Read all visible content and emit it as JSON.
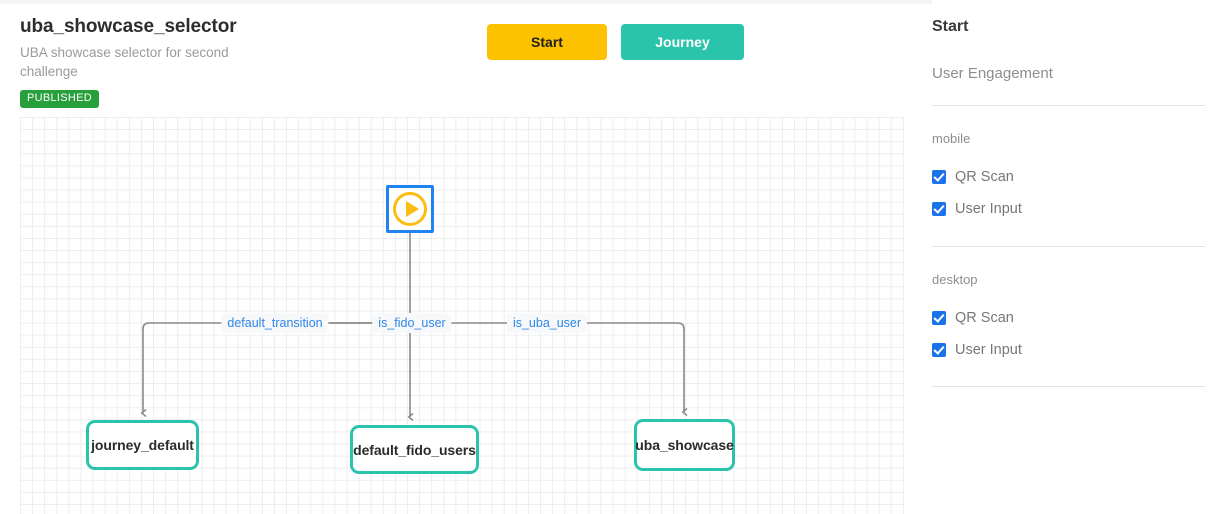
{
  "header": {
    "title": "uba_showcase_selector",
    "description": "UBA showcase selector for second challenge",
    "status_badge": "PUBLISHED",
    "badge_color": "#27a03c"
  },
  "toolbar": {
    "start_label": "Start",
    "journey_label": "Journey",
    "start_color": "#fcc200",
    "journey_color": "#2ac4ac"
  },
  "graph": {
    "start_node": {
      "icon": "play-circle-icon",
      "border_color": "#2083f0",
      "icon_color": "#fcbd12"
    },
    "nodes": [
      {
        "id": "journey_default",
        "label": "journey_default"
      },
      {
        "id": "default_fido_users",
        "label": "default_fido_users"
      },
      {
        "id": "uba_showcase",
        "label": "uba_showcase"
      }
    ],
    "edge_labels": [
      {
        "id": "default_transition",
        "label": "default_transition"
      },
      {
        "id": "is_fido_user",
        "label": "is_fido_user"
      },
      {
        "id": "is_uba_user",
        "label": "is_uba_user"
      }
    ],
    "node_border_color": "#2ac4ac",
    "edge_label_color": "#2f86e8",
    "edge_stroke_color": "#8a8a8a"
  },
  "sidebar": {
    "title": "Start",
    "subtitle": "User Engagement",
    "groups": [
      {
        "name": "mobile",
        "options": [
          {
            "label": "QR Scan",
            "checked": true
          },
          {
            "label": "User Input",
            "checked": true
          }
        ]
      },
      {
        "name": "desktop",
        "options": [
          {
            "label": "QR Scan",
            "checked": true
          },
          {
            "label": "User Input",
            "checked": true
          }
        ]
      }
    ],
    "checkbox_color": "#1a73e8"
  }
}
